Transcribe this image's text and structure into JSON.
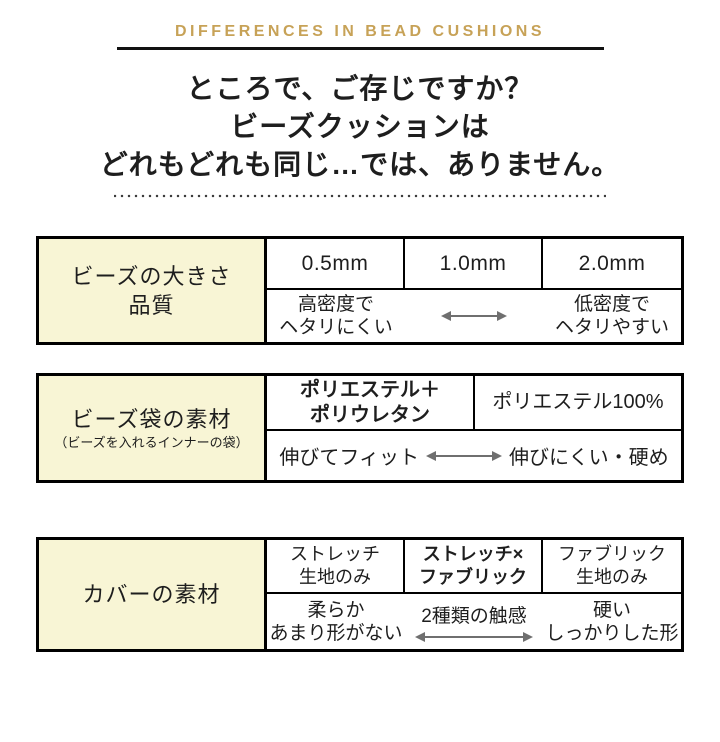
{
  "header": {
    "title_en": "DIFFERENCES IN BEAD CUSHIONS",
    "heading_lines": [
      "ところで、ご存じですか？",
      "ビーズクッションは",
      "どれもどれも同じ…では、ありません。"
    ]
  },
  "colors": {
    "accent_gold": "#c7a257",
    "cell_yellow": "#f8f5d5",
    "arrow_gray": "#6f6f6f",
    "border_black": "#000000"
  },
  "table_bead_size": {
    "label_line1": "ビーズの大きさ",
    "label_line2": "品質",
    "col1": "0.5mm",
    "col2": "1.0mm",
    "col3": "2.0mm",
    "left_note_line1": "高密度で",
    "left_note_line2": "ヘタリにくい",
    "right_note_line1": "低密度で",
    "right_note_line2": "ヘタリやすい"
  },
  "table_inner_bag": {
    "label_line1": "ビーズ袋の素材",
    "label_line2": "（ビーズを入れるインナーの袋）",
    "col1_line1": "ポリエステル＋",
    "col1_line2": "ポリウレタン",
    "col2": "ポリエステル100%",
    "left_note": "伸びてフィット",
    "right_note": "伸びにくい・硬め"
  },
  "table_cover": {
    "label": "カバーの素材",
    "col1_line1": "ストレッチ",
    "col1_line2": "生地のみ",
    "col2_line1": "ストレッチ×",
    "col2_line2": "ファブリック",
    "col3_line1": "ファブリック",
    "col3_line2": "生地のみ",
    "left_note_line1": "柔らか",
    "left_note_line2": "あまり形がない",
    "center_note": "2種類の触感",
    "right_note_line1": "硬い",
    "right_note_line2": "しっかりした形"
  }
}
